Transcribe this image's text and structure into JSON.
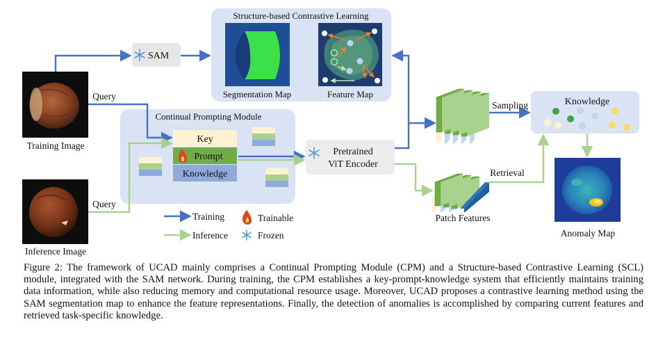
{
  "figure": {
    "images": {
      "training_label": "Training Image",
      "inference_label": "Inference Image"
    },
    "query_label_top": "Query",
    "query_label_bottom": "Query",
    "sam_label": "SAM",
    "scl": {
      "title": "Structure-based Contrastive Learning",
      "segmentation_label": "Segmentation Map",
      "feature_label": "Feature Map"
    },
    "cpm": {
      "title": "Continual Prompting Module",
      "key_label": "Key",
      "prompt_label": "Prompt",
      "knowledge_label": "Knowledge"
    },
    "encoder": {
      "line1": "Pretrained",
      "line2": "ViT Encoder"
    },
    "sampling_label": "Sampling",
    "retrieval_label": "Retrieval",
    "patch_features_label": "Patch Features",
    "knowledge_box_label": "Knowledge",
    "anomaly_map_label": "Anomaly Map",
    "legend": {
      "training": "Training",
      "inference": "Inference",
      "trainable": "Trainable",
      "frozen": "Frozen"
    },
    "colors": {
      "training_arrow": "#4472c4",
      "inference_arrow": "#a9d18e",
      "module_bg": "#dae3f3",
      "encoder_bg": "#ececec",
      "key_fill": "#fdf2d0",
      "prompt_fill": "#70ad47",
      "knowledge_fill": "#8fa9dc"
    }
  },
  "caption": "Figure 2: The framework of UCAD mainly comprises a Continual Prompting Module (CPM) and a Structure-based Contrastive Learning (SCL) module, integrated with the SAM network. During training, the CPM establishes a key-prompt-knowledge system that efficiently maintains training data information, while also reducing memory and computational resource usage. Moreover, UCAD proposes a contrastive learning method using the SAM segmentation map to enhance the feature representations. Finally, the detection of anomalies is accomplished by comparing current features and retrieved task-specific knowledge."
}
